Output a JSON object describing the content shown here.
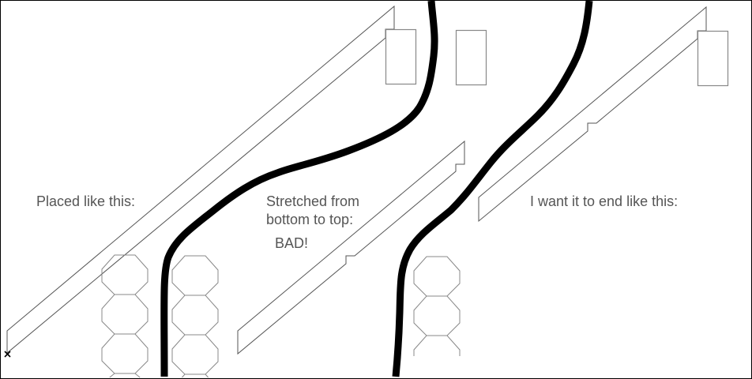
{
  "labels": {
    "placed": "Placed like this:",
    "stretched_line1": "Stretched from",
    "stretched_line2": "bottom to top:",
    "bad": "BAD!",
    "want": "I want it to end like this:"
  },
  "colors": {
    "outline": "#555555",
    "box": "#888888",
    "stroke": "#000000",
    "text": "#555555"
  }
}
